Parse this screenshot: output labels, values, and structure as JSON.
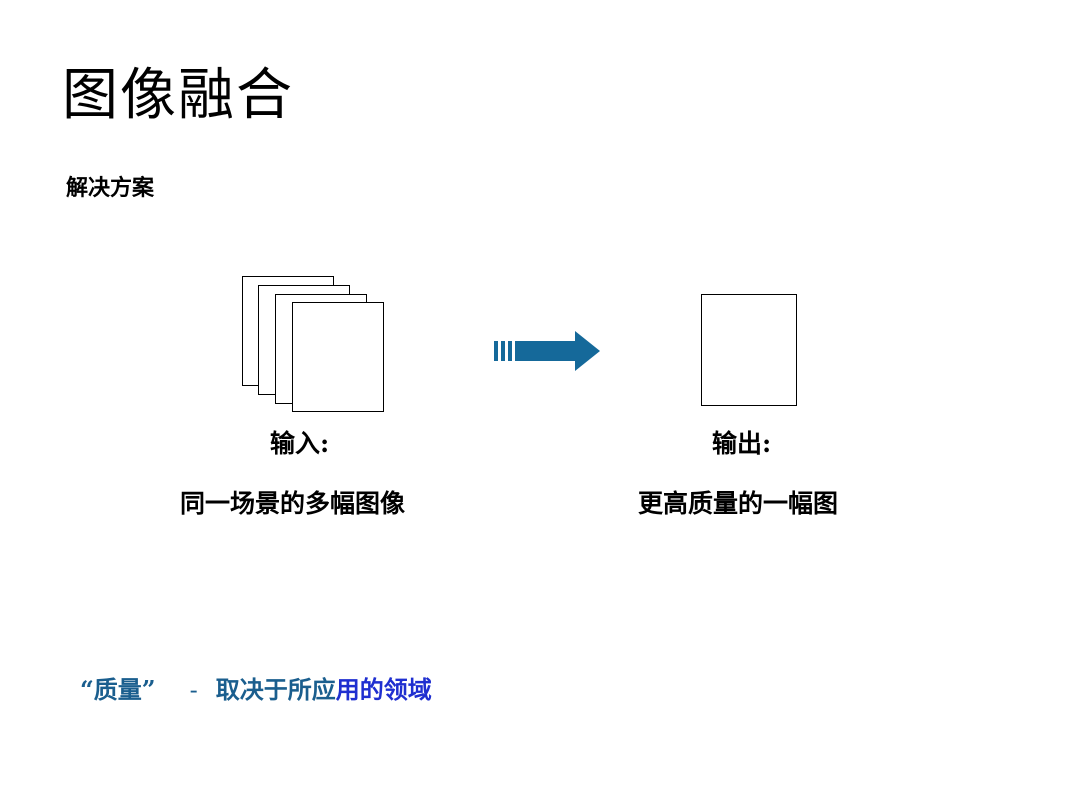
{
  "slide": {
    "title": "图像融合",
    "subtitle": "解决方案",
    "input_label": "输入:",
    "input_desc": "同一场景的多幅图像",
    "output_label": "输出:",
    "output_desc": "更高质量的一幅图",
    "note": {
      "quoted": "“质量”",
      "dash": "-",
      "text_a": "取决于所应",
      "text_b": "用的领域"
    }
  },
  "colors": {
    "arrow": "#15699a",
    "note_primary": "#1a5e8e",
    "note_secondary": "#1f2fd0"
  },
  "icons": {
    "input_stack": "stacked-pages-icon",
    "arrow": "striped-right-arrow-icon",
    "output": "single-page-icon"
  }
}
